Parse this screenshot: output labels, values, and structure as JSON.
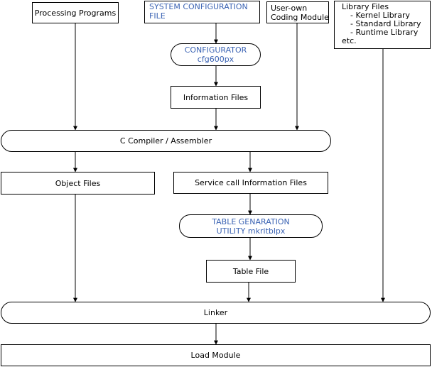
{
  "colors": {
    "stroke": "#000000",
    "highlight_text": "#3c64b4",
    "background": "#ffffff"
  },
  "nodes": {
    "processing_programs": "Processing Programs",
    "system_config": {
      "line1": "SYSTEM CONFIGURATION",
      "line2": "FILE"
    },
    "user_own": {
      "line1": "User-own",
      "line2": "Coding Module"
    },
    "library": {
      "title": "Library Files",
      "items": [
        "- Kernel Library",
        "- Standard Library",
        "- Runtime Library"
      ],
      "more": "etc."
    },
    "configurator": {
      "line1": "CONFIGURATOR",
      "line2": "cfg600px"
    },
    "information_files": "Information Files",
    "compiler": "C Compiler / Assembler",
    "object_files": "Object Files",
    "service_call": "Service call Information Files",
    "table_gen": {
      "line1": "TABLE GENARATION",
      "line2": "UTILITY mkritblpx"
    },
    "table_file": "Table File",
    "linker": "Linker",
    "load_module": "Load Module"
  }
}
